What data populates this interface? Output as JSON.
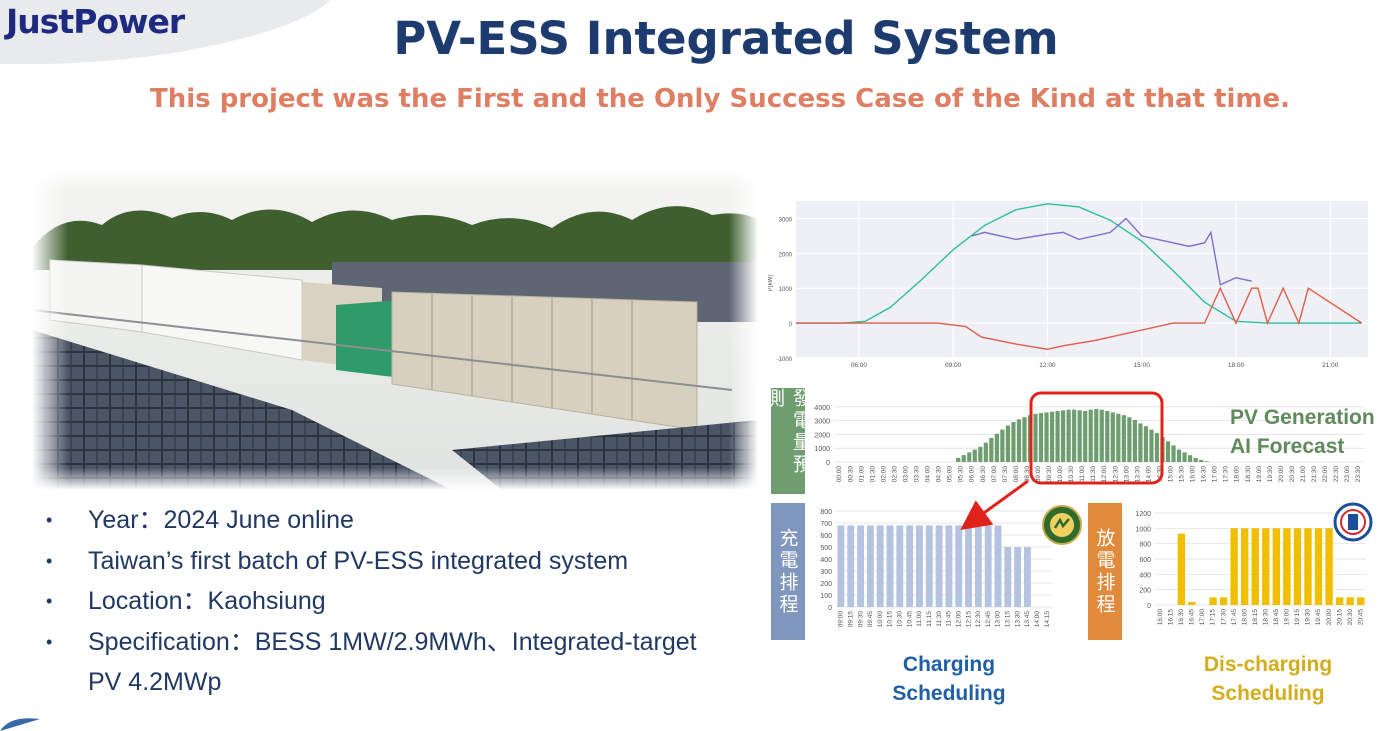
{
  "header": {
    "logo_text": "JustPower",
    "title": "PV-ESS Integrated System",
    "subtitle": "This project was the First and the Only Success Case of the Kind at that time."
  },
  "project": {
    "bullets": [
      "Year：2024 June online",
      "Taiwan’s first batch of PV-ESS integrated system",
      "Location：Kaohsiung",
      "Specification：BESS 1MW/2.9MWh、Integrated-target PV 4.2MWp"
    ]
  },
  "panels": {
    "forecast_label": "發電量預測",
    "charging_label": "充電排程",
    "discharging_label": "放電排程",
    "pv_caption_line1": "PV Generation",
    "pv_caption_line2": "AI Forecast",
    "charging_caption_line1": "Charging",
    "charging_caption_line2": "Scheduling",
    "discharging_caption_line1": "Dis-charging",
    "discharging_caption_line2": "Scheduling"
  },
  "chart_data": [
    {
      "type": "line",
      "ylabel": "P(kW)",
      "x_ticks": [
        "06:00",
        "09:00",
        "12:00",
        "15:00",
        "18:00",
        "21:00"
      ],
      "y_ticks": [
        -1000,
        0,
        1000,
        2000,
        3000
      ],
      "ylim": [
        -1000,
        3500
      ],
      "series": [
        {
          "color": "#2bbf9e",
          "x": [
            4.0,
            5.5,
            6.2,
            7.0,
            8.0,
            9.0,
            10.0,
            11.0,
            12.0,
            13.0,
            14.0,
            15.0,
            16.0,
            17.0,
            18.0,
            19.0,
            22.0
          ],
          "y": [
            0,
            0,
            50,
            450,
            1250,
            2100,
            2800,
            3250,
            3420,
            3330,
            2950,
            2350,
            1500,
            600,
            50,
            0,
            0
          ]
        },
        {
          "color": "#7b6fd0",
          "x": [
            9.6,
            10.0,
            11.0,
            12.0,
            12.5,
            13.0,
            14.0,
            14.5,
            15.0,
            16.0,
            16.5,
            17.0,
            17.2,
            17.5,
            18.0,
            18.5
          ],
          "y": [
            2500,
            2600,
            2400,
            2550,
            2600,
            2400,
            2600,
            3000,
            2500,
            2300,
            2200,
            2300,
            2600,
            1100,
            1300,
            1200
          ]
        },
        {
          "color": "#e35b4a",
          "x": [
            4.0,
            8.5,
            9.4,
            9.9,
            11.0,
            12.0,
            12.5,
            13.5,
            14.0,
            16.0,
            17.0,
            17.5,
            18.0,
            18.5,
            18.7,
            19.0,
            19.5,
            20.0,
            20.3,
            22.0
          ],
          "y": [
            0,
            0,
            -100,
            -400,
            -600,
            -750,
            -650,
            -500,
            -400,
            0,
            0,
            1000,
            0,
            1000,
            1000,
            0,
            1000,
            0,
            1000,
            0
          ]
        }
      ]
    },
    {
      "type": "bar",
      "y_ticks": [
        0,
        1000,
        2000,
        3000,
        4000
      ],
      "ylim": [
        0,
        4500
      ],
      "x_tick_labels": [
        "00:00",
        "00:30",
        "01:00",
        "01:30",
        "02:00",
        "02:30",
        "03:00",
        "03:30",
        "04:00",
        "04:30",
        "05:00",
        "05:30",
        "06:00",
        "06:30",
        "07:00",
        "07:30",
        "08:00",
        "08:30",
        "09:00",
        "09:30",
        "10:00",
        "10:30",
        "11:00",
        "11:30",
        "12:00",
        "12:30",
        "13:00",
        "13:30",
        "14:00",
        "14:30",
        "15:00",
        "15:30",
        "16:00",
        "16:30",
        "17:00",
        "17:30",
        "18:00",
        "18:30",
        "19:00",
        "19:30",
        "20:00",
        "20:30",
        "21:00",
        "21:30",
        "22:00",
        "22:30",
        "23:00",
        "23:30"
      ],
      "values": [
        0,
        0,
        0,
        0,
        0,
        0,
        0,
        0,
        0,
        0,
        0,
        0,
        0,
        0,
        0,
        0,
        0,
        0,
        0,
        0,
        0,
        0,
        300,
        500,
        700,
        900,
        1100,
        1400,
        1750,
        2050,
        2350,
        2650,
        2900,
        3100,
        3250,
        3400,
        3500,
        3550,
        3600,
        3650,
        3700,
        3750,
        3800,
        3800,
        3750,
        3700,
        3800,
        3850,
        3800,
        3700,
        3600,
        3500,
        3400,
        3250,
        3050,
        2800,
        2600,
        2350,
        2100,
        1800,
        1500,
        1200,
        900,
        700,
        500,
        300,
        150,
        50,
        0,
        0,
        0,
        0,
        0,
        0,
        0,
        0,
        0,
        0,
        0,
        0,
        0,
        0,
        0,
        0,
        0,
        0,
        0,
        0,
        0,
        0,
        0,
        0,
        0,
        0,
        0,
        0
      ]
    },
    {
      "type": "bar",
      "y_ticks": [
        0,
        100,
        200,
        300,
        400,
        500,
        600,
        700,
        800
      ],
      "ylim": [
        0,
        800
      ],
      "categories": [
        "09:00",
        "09:15",
        "09:30",
        "09:45",
        "10:00",
        "10:15",
        "10:30",
        "10:45",
        "11:00",
        "11:15",
        "11:30",
        "11:45",
        "12:00",
        "12:15",
        "12:30",
        "12:45",
        "13:00",
        "13:15",
        "13:30",
        "13:45",
        "14:00",
        "14:15"
      ],
      "values": [
        680,
        680,
        680,
        680,
        680,
        680,
        680,
        680,
        680,
        680,
        680,
        680,
        680,
        680,
        680,
        680,
        680,
        500,
        500,
        500,
        0,
        0
      ]
    },
    {
      "type": "bar",
      "y_ticks": [
        0,
        200,
        400,
        600,
        800,
        1000,
        1200
      ],
      "ylim": [
        0,
        1200
      ],
      "categories": [
        "16:00",
        "16:15",
        "16:30",
        "16:45",
        "17:00",
        "17:15",
        "17:30",
        "17:45",
        "18:00",
        "18:15",
        "18:30",
        "18:45",
        "19:00",
        "19:15",
        "19:30",
        "19:45",
        "20:00",
        "20:15",
        "20:30",
        "20:45"
      ],
      "values": [
        0,
        0,
        930,
        40,
        0,
        100,
        100,
        1000,
        1000,
        1000,
        1000,
        1000,
        1000,
        1000,
        1000,
        1000,
        1000,
        100,
        100,
        100
      ]
    }
  ]
}
